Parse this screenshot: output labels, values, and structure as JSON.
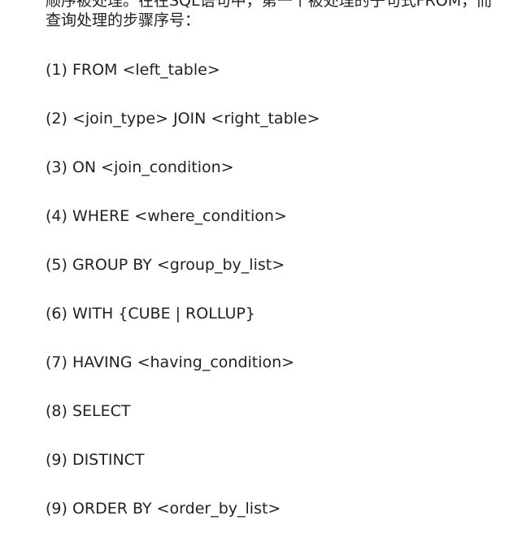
{
  "document": {
    "cutoff_text": "顺序被处理。在在SQL语句中，第一个被处理的子句式FROM，而",
    "intro_text": "查询处理的步骤序号：",
    "steps": [
      "(1) FROM <left_table>",
      "(2) <join_type> JOIN <right_table>",
      "(3) ON <join_condition>",
      "(4) WHERE <where_condition>",
      "(5) GROUP BY <group_by_list>",
      "(6) WITH {CUBE | ROLLUP}",
      "(7) HAVING <having_condition>",
      "(8) SELECT",
      "(9) DISTINCT",
      "(9) ORDER BY <order_by_list>"
    ]
  }
}
